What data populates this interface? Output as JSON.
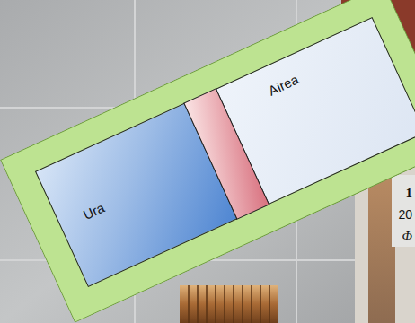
{
  "diagram": {
    "nodes": [
      {
        "text": [
          "Ura"
        ]
      },
      {
        "text": [
          "Airea"
        ]
      }
    ],
    "labels": [
      "1",
      "20",
      "Φ"
    ]
  }
}
